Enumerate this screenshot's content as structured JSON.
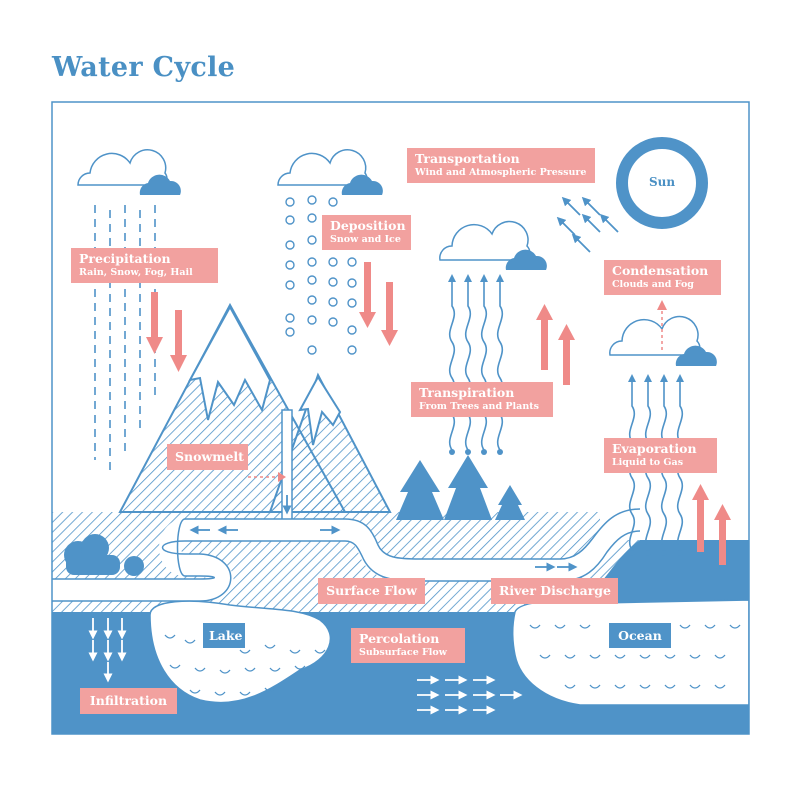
{
  "title": "Water Cycle",
  "labels": {
    "precipitation": {
      "title": "Precipitation",
      "subtitle": "Rain, Snow, Fog, Hail"
    },
    "deposition": {
      "title": "Deposition",
      "subtitle": "Snow and Ice"
    },
    "transportation": {
      "title": "Transportation",
      "subtitle": "Wind and Atmospheric Pressure"
    },
    "condensation": {
      "title": "Condensation",
      "subtitle": "Clouds and Fog"
    },
    "transpiration": {
      "title": "Transpiration",
      "subtitle": "From Trees and Plants"
    },
    "evaporation": {
      "title": "Evaporation",
      "subtitle": "Liquid to Gas"
    },
    "snowmelt": "Snowmelt",
    "surface_flow": "Surface Flow",
    "river_discharge": "River Discharge",
    "percolation": {
      "title": "Percolation",
      "subtitle": "Subsurface Flow"
    },
    "infiltration": "Infiltration",
    "lake": "Lake",
    "ocean": "Ocean",
    "sun": "Sun"
  },
  "colors": {
    "blue": "#4f93c8",
    "label_pink": "#f2a19f",
    "arrow_pink": "#ef8a88",
    "title_blue": "#4a90c4"
  }
}
